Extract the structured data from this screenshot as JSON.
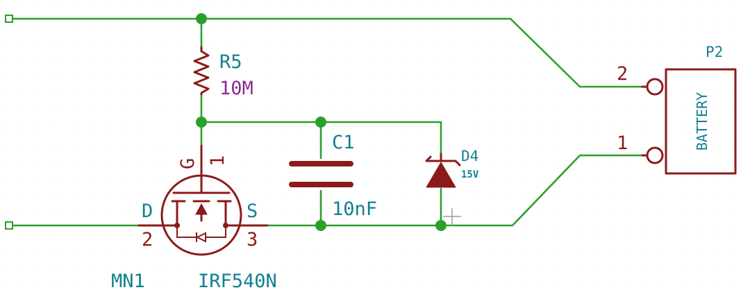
{
  "components": {
    "resistor": {
      "ref": "R5",
      "value": "10M"
    },
    "capacitor": {
      "ref": "C1",
      "value": "10nF"
    },
    "zener": {
      "ref": "D4",
      "value": "15V"
    },
    "mosfet": {
      "ref": "MN1",
      "value": "IRF540N",
      "pin_gate_name": "G",
      "pin_gate_num": "1",
      "pin_drain_name": "D",
      "pin_drain_num": "2",
      "pin_source_name": "S",
      "pin_source_num": "3"
    },
    "connector": {
      "ref": "P2",
      "label": "BATTERY",
      "pin2": "2",
      "pin1": "1"
    }
  },
  "colors": {
    "wire": "#2aa02a",
    "component": "#8b1a1a",
    "label_teal": "#11808f",
    "label_purple": "#8a2b8a",
    "grid_dot": "#c4c4c4"
  }
}
